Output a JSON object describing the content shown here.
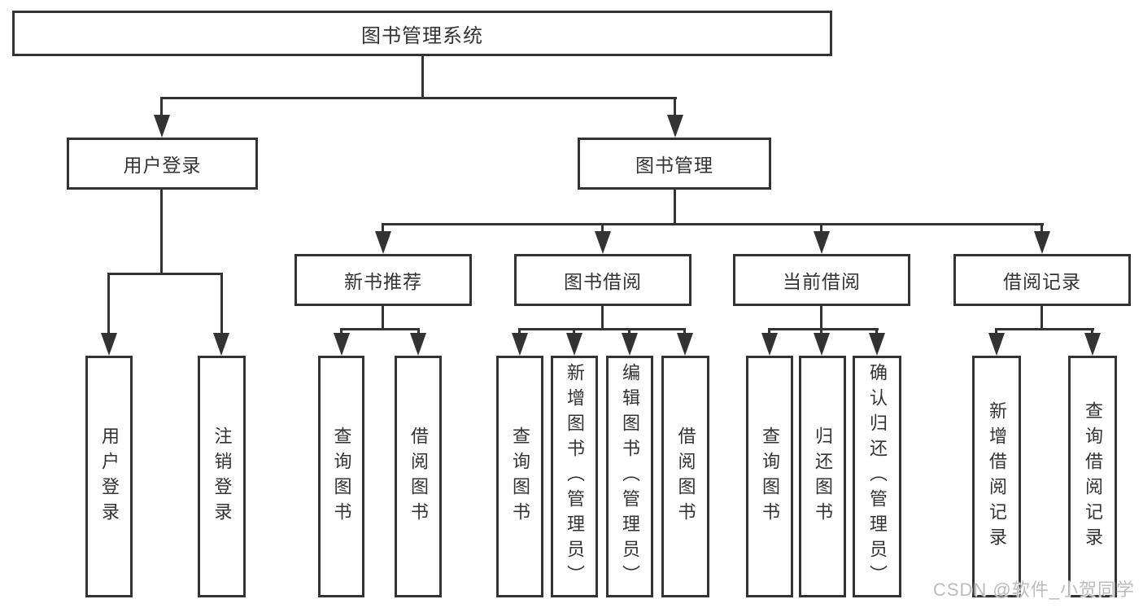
{
  "diagram": {
    "root": {
      "label": "图书管理系统"
    },
    "user_login": {
      "label": "用户登录",
      "children": [
        {
          "label": "用户登录"
        },
        {
          "label": "注销登录"
        }
      ]
    },
    "book_management": {
      "label": "图书管理",
      "children": [
        {
          "label": "新书推荐",
          "children": [
            {
              "label": "查询图书"
            },
            {
              "label": "借阅图书"
            }
          ]
        },
        {
          "label": "图书借阅",
          "children": [
            {
              "label": "查询图书"
            },
            {
              "label": "新增图书（管理员）"
            },
            {
              "label": "编辑图书（管理员）"
            },
            {
              "label": "借阅图书"
            }
          ]
        },
        {
          "label": "当前借阅",
          "children": [
            {
              "label": "查询图书"
            },
            {
              "label": "归还图书"
            },
            {
              "label": "确认归还（管理员）"
            }
          ]
        },
        {
          "label": "借阅记录",
          "children": [
            {
              "label": "新增借阅记录"
            },
            {
              "label": "查询借阅记录"
            }
          ]
        }
      ]
    }
  },
  "watermark": "CSDN @软件_小贺同学",
  "colors": {
    "line": "#333333",
    "text": "#333333",
    "background": "#ffffff",
    "watermark": "#bcbcbc"
  }
}
